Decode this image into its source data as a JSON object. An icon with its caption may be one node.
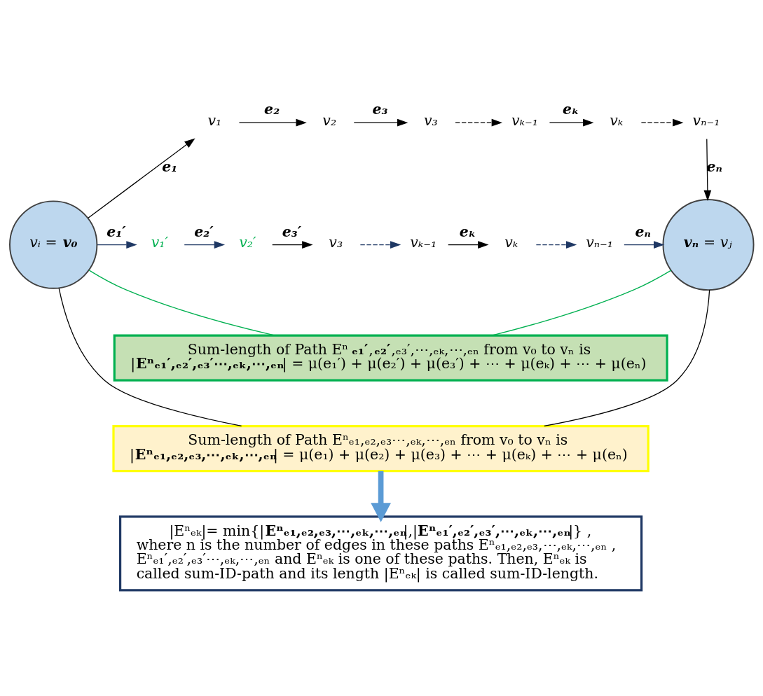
{
  "diagram": {
    "nodes": [
      {
        "text": [
          "vᵢ = **v₀**"
        ]
      },
      {
        "text": [
          "v₁"
        ]
      },
      {
        "text": [
          "v₂"
        ]
      },
      {
        "text": [
          "v₃"
        ]
      },
      {
        "text": [
          "vₖ₋₁"
        ]
      },
      {
        "text": [
          "vₖ"
        ]
      },
      {
        "text": [
          "vₙ₋₁"
        ]
      },
      {
        "text": [
          "**vₙ** = vⱼ"
        ]
      },
      {
        "text": [
          "v₁′"
        ]
      },
      {
        "text": [
          "v₂′"
        ]
      },
      {
        "text": [
          "v₃"
        ]
      },
      {
        "text": [
          "vₖ₋₁"
        ]
      },
      {
        "text": [
          "vₖ"
        ]
      },
      {
        "text": [
          "vₙ₋₁"
        ]
      },
      {
        "text": [
          "Sum-length of Path Eⁿ**ₑ₁′**,**ₑ₂′**,ₑ₃′,⋯,ₑₖ,⋯,ₑₙ from v₀ to vₙ is",
          "|**Eⁿₑ₁′,ₑ₂′,ₑ₃′⋯,ₑₖ,⋯,ₑₙ**| = μ(e₁′) + μ(e₂′) + μ(e₃′) + ⋯ + μ(eₖ) + ⋯ + μ(eₙ)"
        ]
      },
      {
        "text": [
          "Sum-length of Path Eⁿₑ₁,ₑ₂,ₑ₃⋯,ₑₖ,⋯,ₑₙ from v₀ to vₙ is",
          "|**Eⁿₑ₁,ₑ₂,ₑ₃,⋯,ₑₖ,⋯,ₑₙ**| = μ(e₁) + μ(e₂) + μ(e₃) + ⋯ + μ(eₖ) + ⋯ + μ(eₙ)"
        ]
      },
      {
        "text": [
          "|Eⁿₑₖ|= min{|**Eⁿₑ₁,ₑ₂,ₑ₃,⋯,ₑₖ,⋯,ₑₙ**|,|**Eⁿₑ₁′,ₑ₂′,ₑ₃′,⋯,ₑₖ,⋯,ₑₙ**|} ,",
          "where n is the number of edges in these paths Eⁿₑ₁,ₑ₂,ₑ₃,⋯,ₑₖ,⋯,ₑₙ , Eⁿₑ₁′,ₑ₂′,ₑ₃′⋯,ₑₖ,⋯,ₑₙ and Eⁿₑₖ is one of these paths. Then, Eⁿₑₖ is called sum-ID-path and its length |Eⁿₑₖ| is called sum-ID-length."
        ]
      }
    ],
    "edges": [
      {
        "from": 0,
        "to": 1,
        "arrow": "to",
        "label": "**e₁**"
      },
      {
        "from": 1,
        "to": 2,
        "arrow": "to",
        "label": "**e₂**"
      },
      {
        "from": 2,
        "to": 3,
        "arrow": "to",
        "label": "**e₃**"
      },
      {
        "from": 3,
        "to": 4,
        "arrow": "to",
        "style": "dashed"
      },
      {
        "from": 4,
        "to": 5,
        "arrow": "to",
        "label": "**eₖ**"
      },
      {
        "from": 5,
        "to": 6,
        "arrow": "to",
        "style": "dashed"
      },
      {
        "from": 6,
        "to": 7,
        "arrow": "to",
        "label": "**eₙ**"
      },
      {
        "from": 0,
        "to": 8,
        "arrow": "to",
        "label": "**e₁′**",
        "color": "#1f3864"
      },
      {
        "from": 8,
        "to": 9,
        "arrow": "to",
        "label": "**e₂′**",
        "color": "#1f3864"
      },
      {
        "from": 9,
        "to": 10,
        "arrow": "to",
        "label": "**e₃′**"
      },
      {
        "from": 10,
        "to": 11,
        "arrow": "to",
        "style": "dashed",
        "color": "#1f3864"
      },
      {
        "from": 11,
        "to": 12,
        "arrow": "to",
        "label": "**eₖ**"
      },
      {
        "from": 12,
        "to": 13,
        "arrow": "to",
        "style": "dashed",
        "color": "#1f3864"
      },
      {
        "from": 13,
        "to": 7,
        "arrow": "to",
        "label": "**eₙ**",
        "color": "#1f3864"
      },
      {
        "from": 0,
        "to": 14,
        "arrow": "none",
        "color": "#00b050"
      },
      {
        "from": 7,
        "to": 14,
        "arrow": "none",
        "color": "#00b050"
      },
      {
        "from": 0,
        "to": 15,
        "arrow": "none"
      },
      {
        "from": 7,
        "to": 15,
        "arrow": "none"
      },
      {
        "from": 15,
        "to": 16,
        "arrow": "to",
        "style": "thick",
        "color": "#5b9bd5"
      }
    ]
  }
}
